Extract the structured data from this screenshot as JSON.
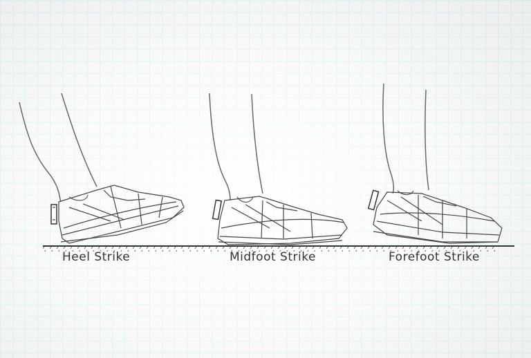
{
  "figure": {
    "background": "graph-paper grid",
    "grid_color": "#d3ecec",
    "line_color": "#333333",
    "panels": [
      {
        "id": "heel",
        "label": "Heel Strike",
        "foot_angle": "toe raised, heel contact"
      },
      {
        "id": "midfoot",
        "label": "Midfoot Strike",
        "foot_angle": "flat"
      },
      {
        "id": "forefoot",
        "label": "Forefoot Strike",
        "foot_angle": "heel raised, forefoot contact"
      }
    ]
  }
}
